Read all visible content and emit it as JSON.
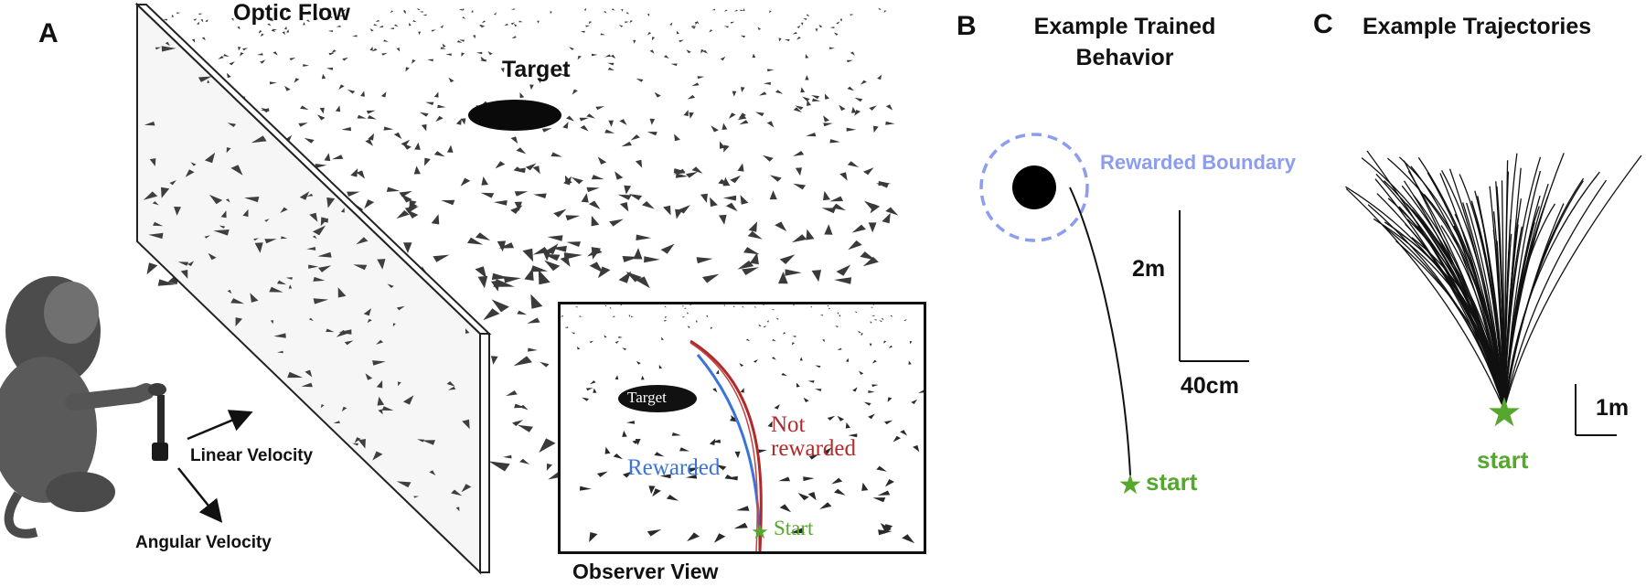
{
  "panel_a": {
    "letter": "A",
    "optic_flow_label": "Optic Flow",
    "target_label": "Target",
    "linear_velocity_label": "Linear Velocity",
    "angular_velocity_label": "Angular Velocity",
    "observer_view_label": "Observer View",
    "inset": {
      "target_label": "Target",
      "rewarded_label": "Rewarded",
      "not_rewarded_line1": "Not",
      "not_rewarded_line2": "rewarded",
      "start_label": "Start"
    }
  },
  "panel_b": {
    "letter": "B",
    "title_line1": "Example Trained",
    "title_line2": "Behavior",
    "rewarded_boundary_label": "Rewarded Boundary",
    "scale_vertical": "2m",
    "scale_horizontal": "40cm",
    "start_label": "start"
  },
  "panel_c": {
    "letter": "C",
    "title": "Example Trajectories",
    "scale_label": "1m",
    "start_label": "start"
  },
  "colors": {
    "start_green": "#55a82d",
    "rewarded_blue": "#3a73d9",
    "not_rewarded_red": "#b02a2a",
    "boundary_blue": "#8c9df0"
  }
}
